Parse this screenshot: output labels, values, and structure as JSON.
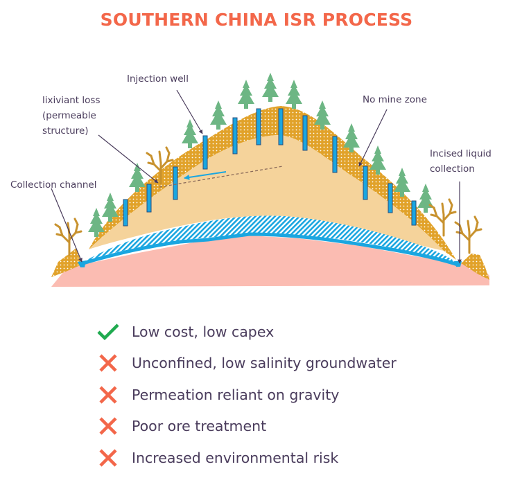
{
  "title": "SOUTHERN CHINA ISR PROCESS",
  "colors": {
    "title": "#f3674a",
    "text": "#4a3c5c",
    "tree": "#6db684",
    "dead_tree": "#c8922e",
    "topsoil": "#e1a22a",
    "ore_body": "#f5d39b",
    "aquifer": "#1aa6e0",
    "bedrock": "#fbbcb2",
    "well": "#1aa6e0",
    "check": "#1faa4f",
    "cross": "#f3674a"
  },
  "labels": {
    "injection_well": "Injection well",
    "lixiviant_loss_line1": "lixiviant loss",
    "lixiviant_loss_line2": "(permeable",
    "lixiviant_loss_line3": "structure)",
    "no_mine_zone": "No mine zone",
    "collection_channel": "Collection channel",
    "incised_line1": "Incised liquid",
    "incised_line2": "collection"
  },
  "items": [
    {
      "icon": "check-icon",
      "text": "Low cost, low capex"
    },
    {
      "icon": "cross-icon",
      "text": "Unconfined, low salinity groundwater"
    },
    {
      "icon": "cross-icon",
      "text": "Permeation reliant on gravity"
    },
    {
      "icon": "cross-icon",
      "text": "Poor ore treatment"
    },
    {
      "icon": "cross-icon",
      "text": "Increased environmental risk"
    }
  ]
}
